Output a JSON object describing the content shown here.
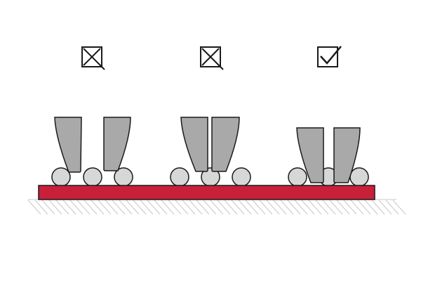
{
  "colors": {
    "substrate": "#c8203a",
    "tip": "#a9a9a9",
    "ball": "#d7d7d7",
    "outline": "#1a1a1a",
    "hatch": "#c8c8c8"
  },
  "examples": [
    {
      "status": "incorrect",
      "icon": "crossed-box-icon"
    },
    {
      "status": "incorrect",
      "icon": "crossed-box-icon"
    },
    {
      "status": "correct",
      "icon": "check-box-icon"
    }
  ]
}
